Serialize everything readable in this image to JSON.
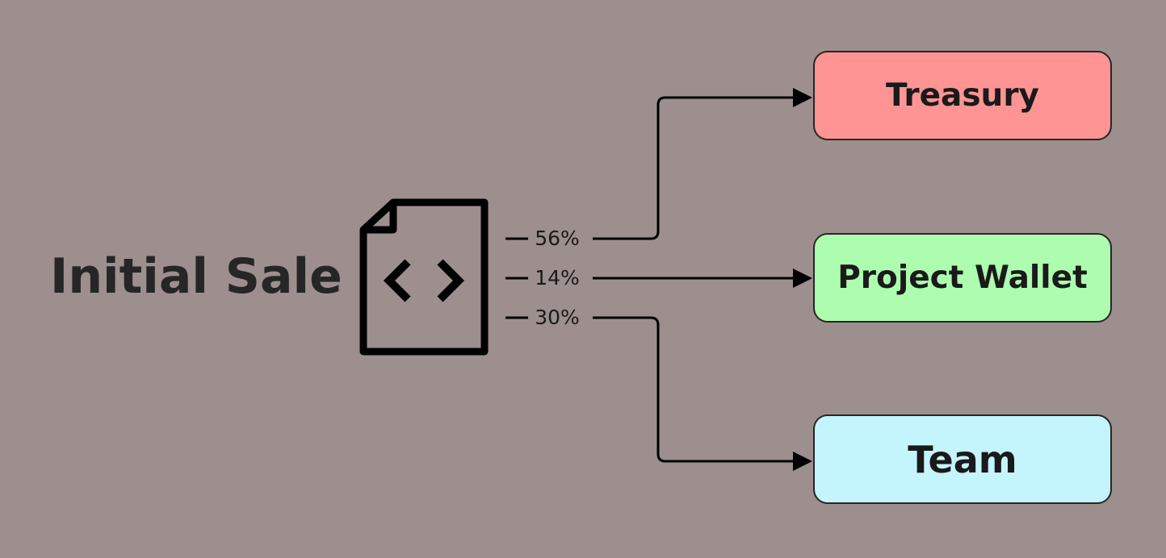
{
  "source": {
    "label": "Initial Sale",
    "icon": "code-file-icon"
  },
  "flows": [
    {
      "percent": "56%",
      "target": "treasury"
    },
    {
      "percent": "14%",
      "target": "project-wallet"
    },
    {
      "percent": "30%",
      "target": "team"
    }
  ],
  "targets": {
    "treasury": {
      "label": "Treasury",
      "color": "#ff9494"
    },
    "project_wallet": {
      "label": "Project Wallet",
      "color": "#adfcaf"
    },
    "team": {
      "label": "Team",
      "color": "#c4f4fc"
    }
  },
  "colors": {
    "background": "#9c8f8d",
    "stroke": "#000000"
  }
}
